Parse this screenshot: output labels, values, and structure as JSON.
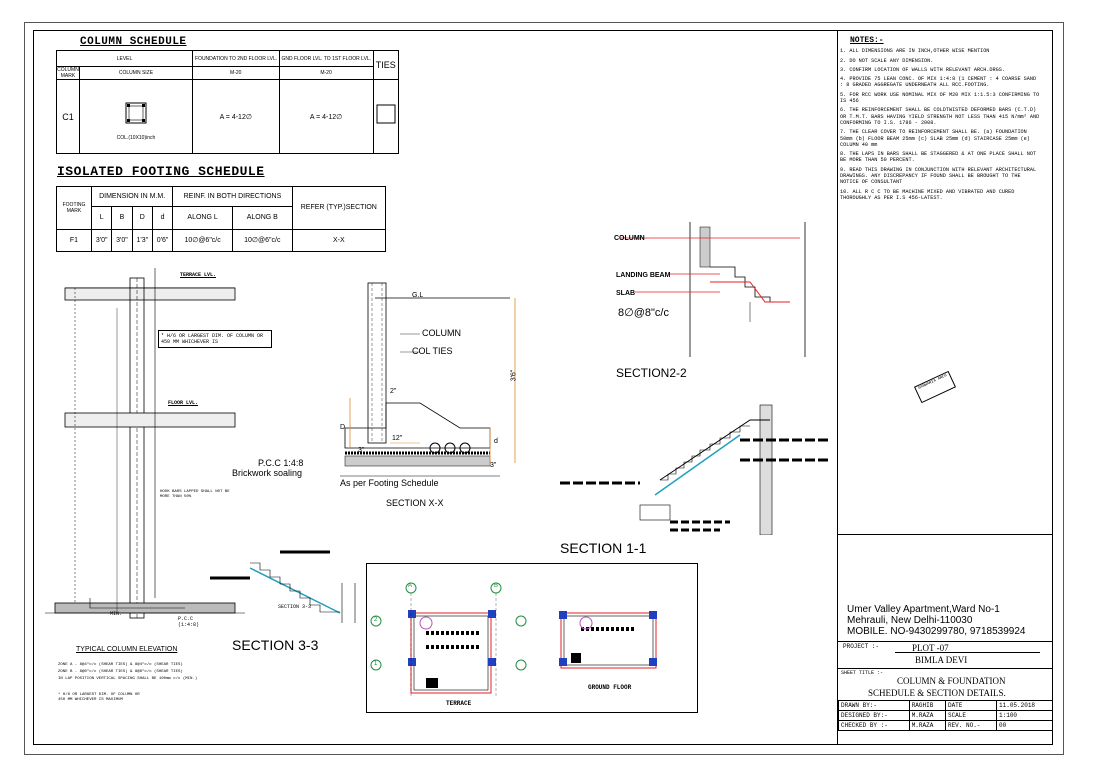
{
  "column_schedule": {
    "title": "COLUMN SCHEDULE",
    "col_level": "LEVEL",
    "col_foundation": "FOUNDATION TO 2ND FLOOR LVL.",
    "col_gnd": "GND FLOOR LVL. TO 1ST FLOOR LVL.",
    "col_ties": "TIES",
    "col_mark": "COLUMN MARK",
    "col_size": "COLUMN SIZE",
    "grade1": "M-20",
    "grade2": "M-20",
    "row_mark": "C1",
    "row_size": "COL.(10X10)inch",
    "row_reinf1": "A = 4-12∅",
    "row_reinf2": "A = 4-12∅"
  },
  "footing_schedule": {
    "title": "ISOLATED FOOTING SCHEDULE",
    "h_mark": "FOOTING MARK",
    "h_dim": "DIMENSION IN M.M.",
    "h_reinf": "REINF. IN BOTH DIRECTIONS",
    "h_refer": "REFER (TYP.)SECTION",
    "h_L": "L",
    "h_B": "B",
    "h_D": "D",
    "h_d": "d",
    "h_alongL": "ALONG L",
    "h_alongB": "ALONG B",
    "r_mark": "F1",
    "r_L": "3'0\"",
    "r_B": "3'0\"",
    "r_D": "1'3\"",
    "r_d": "0'6\"",
    "r_alongL": "10∅@6\"c/c",
    "r_alongB": "10∅@6\"c/c",
    "r_refer": "X-X"
  },
  "elevation": {
    "terrace": "TERRACE LVL.",
    "floor": "FLOOR LVL.",
    "note1": "* H/6 OR LARGEST DIM. OF COLUMN OR 450 MM WHICHEVER IS",
    "note2": "HOOK BARS LAPPED SHALL NOT BE MORE THAN 50%",
    "min": "MIN.",
    "pcc": "P.C.C (1:4:8)",
    "title": "TYPICAL COLUMN ELEVATION",
    "zone_a": "ZONE A - 8@4\"c/c (SHEAR TIES) & 8@4\"c/c (SHEAR TIES)",
    "zone_b": "ZONE B - 8@6\"c/c (SHEAR TIES) & 8@6\"c/c (SHEAR TIES)",
    "zone_c": "IN LAP POSITION VERTICAL SPACING SHALL BE 100mm c/c (MIN.)",
    "note3": "* H/6 OR LARGEST DIM. OF COLUMN OR 450 MM WHICHEVER IS MAXIMUM"
  },
  "section_xx": {
    "gl": "G.L",
    "column": "COLUMN",
    "ties": "COL TIES",
    "dim_2": "2\"",
    "dim_12": "12\"",
    "dim_3a": "3\"",
    "dim_3b": "3\"",
    "dim_36": "3'6\"",
    "D": "D",
    "d": "d",
    "pcc": "P.C.C 1:4:8",
    "brick": "Brickwork soaling",
    "asper": "As per Footing Schedule",
    "title": "SECTION X-X"
  },
  "section22": {
    "column": "COLUMN",
    "landing": "LANDING BEAM",
    "slab": "SLAB",
    "bars": "8∅@8\"c/c",
    "title": "SECTION2-2"
  },
  "section11": {
    "title": "SECTION 1-1"
  },
  "section33": {
    "title": "SECTION 3-3",
    "label": "SECTION 3-3"
  },
  "plans": {
    "terrace": "TERRACE",
    "ground": "GROUND FLOOR",
    "gridA": "A",
    "gridB": "B",
    "grid1": "1",
    "grid2": "2"
  },
  "notes": {
    "title": "NOTES:-",
    "items": [
      "1. ALL DIMENSIONS ARE IN INCH,OTHER WISE MENTION",
      "2. DO NOT SCALE ANY DIMENSION.",
      "3. CONFIRM LOCATION OF WALLS WITH RELEVANT ARCH.DRGS.",
      "4. PROVIDE 75 LEAN CONC. OF MIX 1:4:8 (1 CEMENT : 4 COARSE SAND : 8 GRADED AGGREGATE UNDERNEATH ALL RCC.FOOTING.",
      "5. FOR RCC WORK USE NOMINAL MIX OF M20 MIX 1:1.5:3 CONFIRMING TO IS 456",
      "6. THE REINFORCEMENT SHALL BE COLDTWISTED DEFORMED BARS (C.T.D) OR T.M.T. BARS HAVING YIELD STRENGTH NOT LESS THAN 415 N/mm² AND CONFORMING TO I.S. 1786 - 2008.",
      "7. THE CLEAR COVER TO REINFORCEMENT SHALL BE. (a) FOUNDATION 50mm (b) FLOOR BEAM 25mm (c) SLAB 25mm (d) STAIRCASE 25mm (e) COLUMN 40 mm",
      "8. THE LAPS IN BARS SHALL BE STAGGERED & AT ONE PLACE SHALL NOT BE MORE THAN 50 PERCENT.",
      "9. READ THIS DRAWING IN CONJUNCTION WITH RELEVANT ARCHITECTURAL DRAWINGS. ANY DISCREPANCY IF FOUND SHALL BE BROUGHT TO THE NOTICE OF CONSULTANT",
      "10. ALL R C C TO BE MACHINE MIXED AND VIBRATED AND CURED THOROUGHLY AS PER I.S 456-LATEST."
    ],
    "stamp": "SANWARIA ARCH"
  },
  "title_block": {
    "address1": "Umer Valley Apartment,Ward No-1",
    "address2": "Mehrauli, New Delhi-110030",
    "mobile": "MOBILE. NO-9430299780, 9718539924",
    "project_label": "PROJECT :-",
    "project_plot": "PLOT -07",
    "project_name": "BIMLA DEVI",
    "sheet_label": "SHEET TITLE :-",
    "sheet_title1": "COLUMN & FOUNDATION",
    "sheet_title2": "SCHEDULE & SECTION DETAILS.",
    "drawn_label": "DRAWN BY:-",
    "drawn": "RAGHIB",
    "date_label": "DATE",
    "date": "11.05.2018",
    "designed_label": "DESIGNED BY:-",
    "designed": "M.RAZA",
    "scale_label": "SCALE",
    "scale": "1:100",
    "checked_label": "CHECKED BY :-",
    "checked": "M.RAZA",
    "rev_label": "REV. NO.-",
    "rev": "00"
  }
}
